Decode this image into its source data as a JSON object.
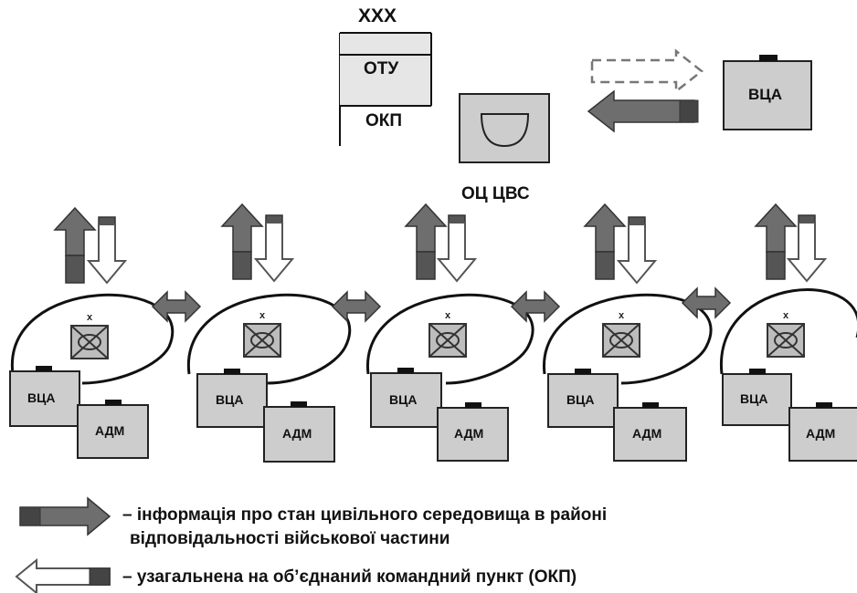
{
  "hq": {
    "top_label": "XXX",
    "mid_label": "ОТУ",
    "bottom_label": "ОКП"
  },
  "center": {
    "label": "ОЦ ЦВС"
  },
  "top_vca": {
    "label": "ВЦА"
  },
  "units": [
    {
      "vca": "ВЦА",
      "adm": "АДМ"
    },
    {
      "vca": "ВЦА",
      "adm": "АДМ"
    },
    {
      "vca": "ВЦА",
      "adm": "АДМ"
    },
    {
      "vca": "ВЦА",
      "adm": "АДМ"
    },
    {
      "vca": "ВЦА",
      "adm": "АДМ"
    }
  ],
  "legend": {
    "item1": "– інформація про стан цивільного середовища в районі",
    "item1_cont": "відповідальності військової частини",
    "item2": "– узагальнена на об’єднаний командний пункт (ОКП)"
  },
  "colors": {
    "filled_arrow": "#6e6e6e",
    "box_fill": "#cdcdcd",
    "outline": "#222222"
  }
}
